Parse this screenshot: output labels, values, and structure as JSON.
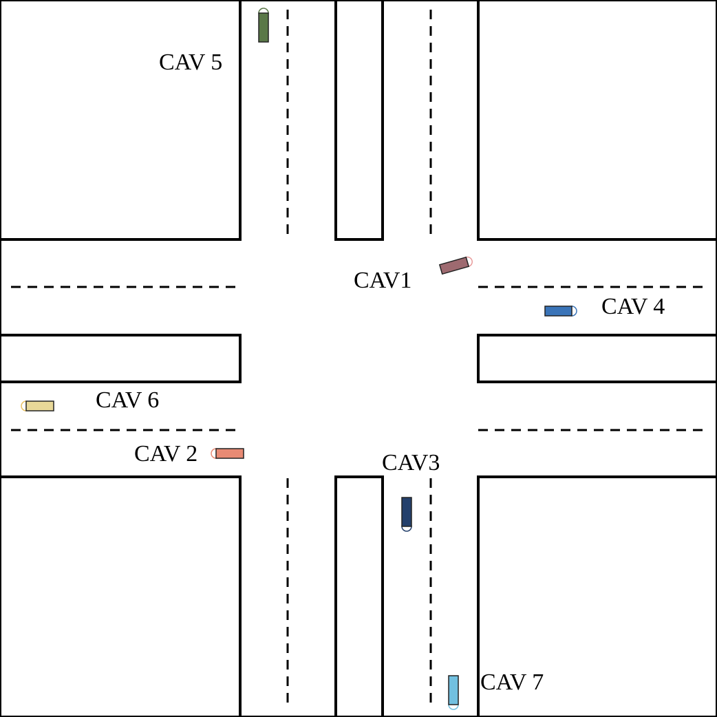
{
  "vehicles": [
    {
      "id": "cav1",
      "label": "CAV1",
      "color": "#9e6a70",
      "heading": "north-east"
    },
    {
      "id": "cav2",
      "label": "CAV 2",
      "color": "#e88a74",
      "heading": "west"
    },
    {
      "id": "cav3",
      "label": "CAV3",
      "color": "#24406c",
      "heading": "south"
    },
    {
      "id": "cav4",
      "label": "CAV 4",
      "color": "#3a74b8",
      "heading": "east"
    },
    {
      "id": "cav5",
      "label": "CAV 5",
      "color": "#5a7848",
      "heading": "north"
    },
    {
      "id": "cav6",
      "label": "CAV 6",
      "color": "#e8d898",
      "heading": "west"
    },
    {
      "id": "cav7",
      "label": "CAV 7",
      "color": "#72c0e0",
      "heading": "south"
    }
  ]
}
